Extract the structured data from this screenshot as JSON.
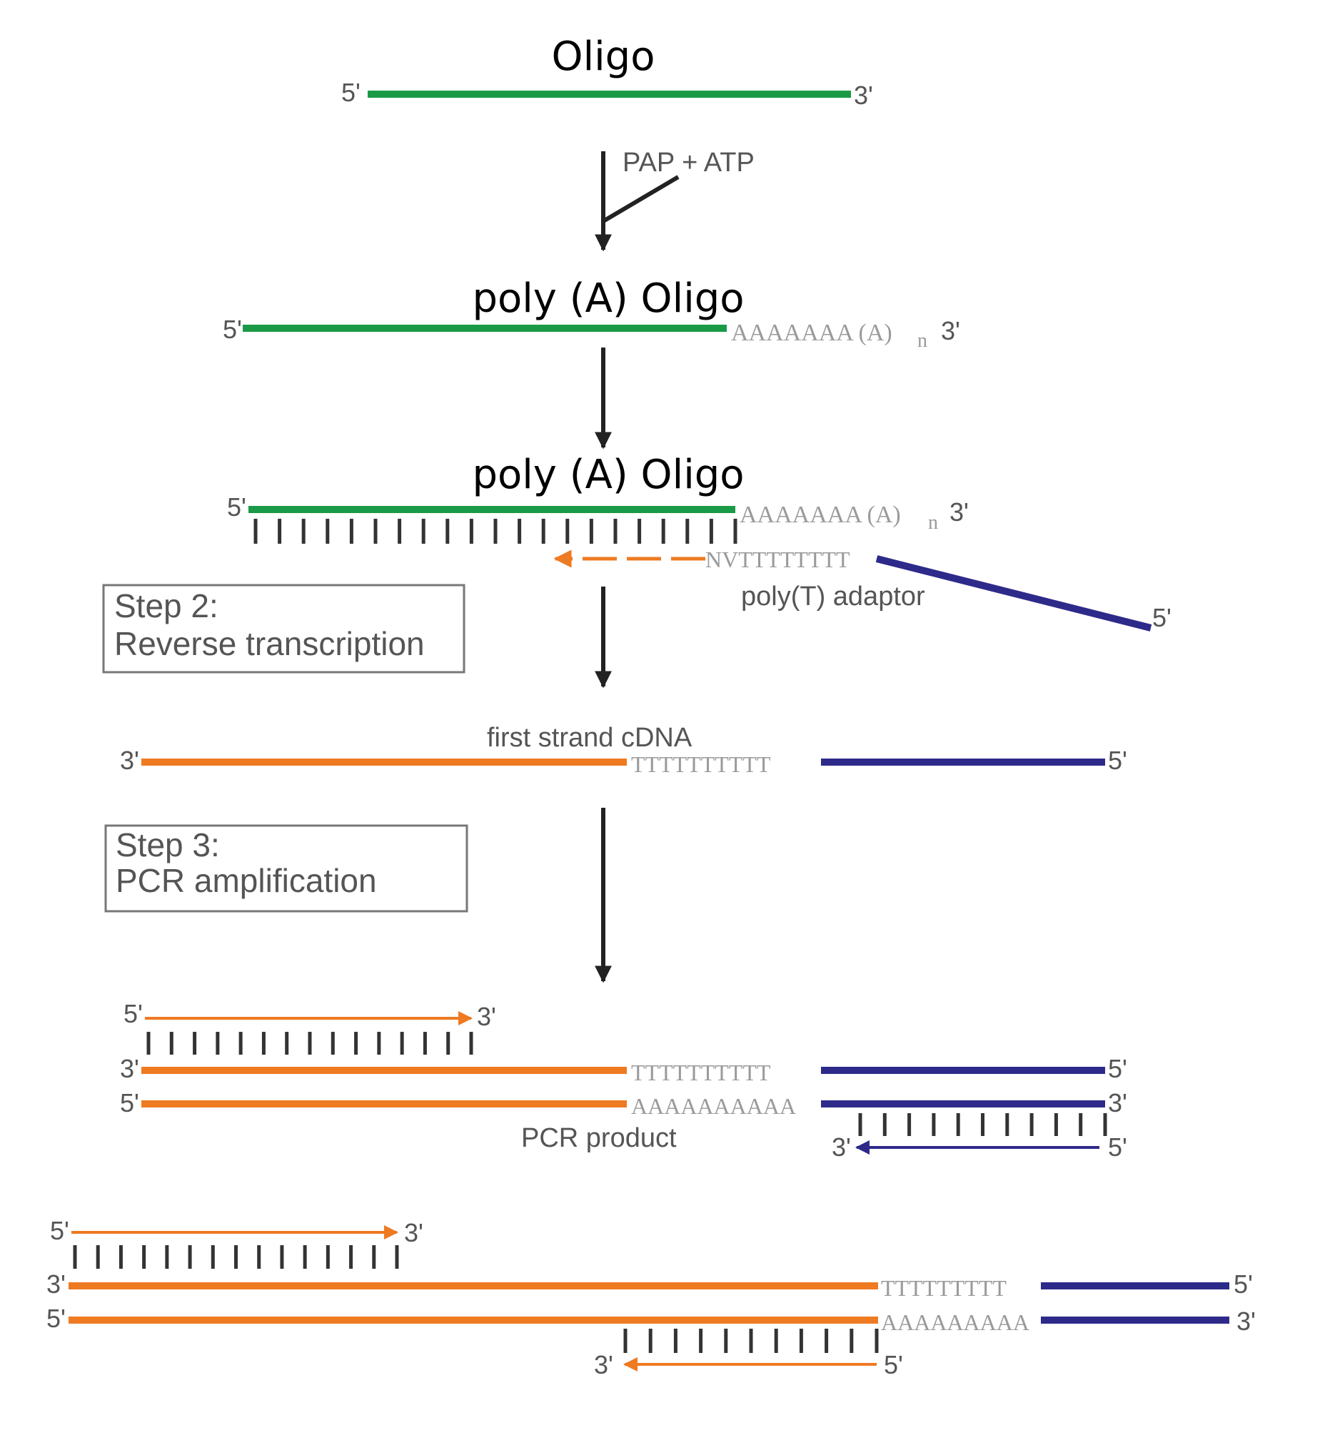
{
  "colors": {
    "oligo": "#1a9a46",
    "cdna": "#ee7a22",
    "adaptor": "#2e2a8a",
    "arrow": "#222222",
    "seq_text": "#9a9a9a",
    "label": "#555555"
  },
  "step1": {
    "title": "Oligo",
    "end5": "5'",
    "end3": "3'",
    "reaction_label": "PAP + ATP"
  },
  "step1b": {
    "title": "poly (A) Oligo",
    "end5": "5'",
    "tail": "AAAAAAA (A)",
    "tail_sub": "n",
    "end3": "3'"
  },
  "step2": {
    "title": "poly (A) Oligo",
    "end5": "5'",
    "tail": "AAAAAAA (A)",
    "tail_sub": "n",
    "end3": "3'",
    "primer_seq": "NVTTTTTTTT",
    "adaptor_label": "poly(T) adaptor",
    "adaptor_end5": "5'",
    "box_line1": "Step 2:",
    "box_line2": "Reverse transcription"
  },
  "step2b": {
    "label": "first strand cDNA",
    "end3": "3'",
    "seq": "TTTTTTTTTT",
    "end5": "5'"
  },
  "step3": {
    "box_line1": "Step 3:",
    "box_line2": "PCR amplification",
    "primer_end5": "5'",
    "primer_end3": "3'",
    "top_end3": "3'",
    "top_seq": "TTTTTTTTTT",
    "top_end5": "5'",
    "bot_end5": "5'",
    "bot_seq": "AAAAAAAAAA",
    "bot_end3": "3'",
    "rev_end3": "3'",
    "rev_end5": "5'",
    "product_label": "PCR product"
  },
  "step4": {
    "primer_end5": "5'",
    "primer_end3": "3'",
    "top_end3": "3'",
    "top_seq": "TTTTTTTTT",
    "top_end5": "5'",
    "bot_end5": "5'",
    "bot_seq": "AAAAAAAAA",
    "bot_end3": "3'",
    "rev_end3": "3'",
    "rev_end5": "5'"
  }
}
